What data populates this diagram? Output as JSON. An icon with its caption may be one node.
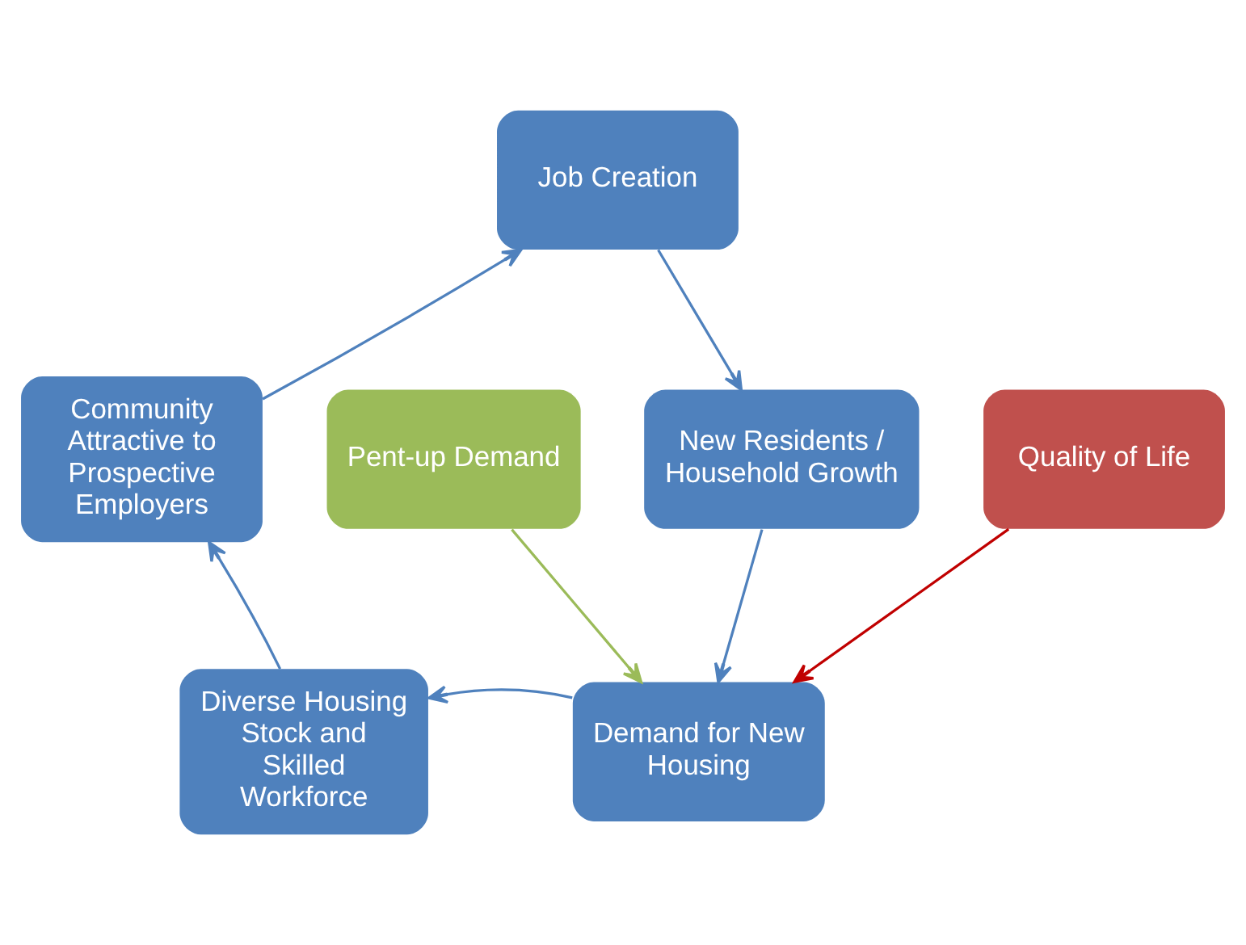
{
  "diagram": {
    "nodes": [
      {
        "text": [
          "Job Creation"
        ]
      },
      {
        "text": [
          "Pent-up Demand"
        ]
      },
      {
        "text": [
          "New Residents / Household Growth"
        ]
      },
      {
        "text": [
          "Quality of Life"
        ]
      },
      {
        "text": [
          "Demand for New Housing"
        ]
      },
      {
        "text": [
          "Diverse Housing Stock and Skilled Workforce"
        ]
      },
      {
        "text": [
          "Community Attractive to Prospective Employers"
        ]
      }
    ],
    "edges": [
      {
        "from": 0,
        "to": 2,
        "arrow": "to",
        "color": "#4f81bd"
      },
      {
        "from": 1,
        "to": 4,
        "arrow": "to",
        "color": "#9bbb59"
      },
      {
        "from": 2,
        "to": 4,
        "arrow": "to",
        "color": "#4f81bd"
      },
      {
        "from": 3,
        "to": 4,
        "arrow": "to",
        "color": "#c00000"
      },
      {
        "from": 4,
        "to": 5,
        "arrow": "to",
        "color": "#4f81bd"
      },
      {
        "from": 5,
        "to": 6,
        "arrow": "to",
        "color": "#4f81bd"
      },
      {
        "from": 6,
        "to": 0,
        "arrow": "to",
        "color": "#4f81bd"
      }
    ]
  }
}
